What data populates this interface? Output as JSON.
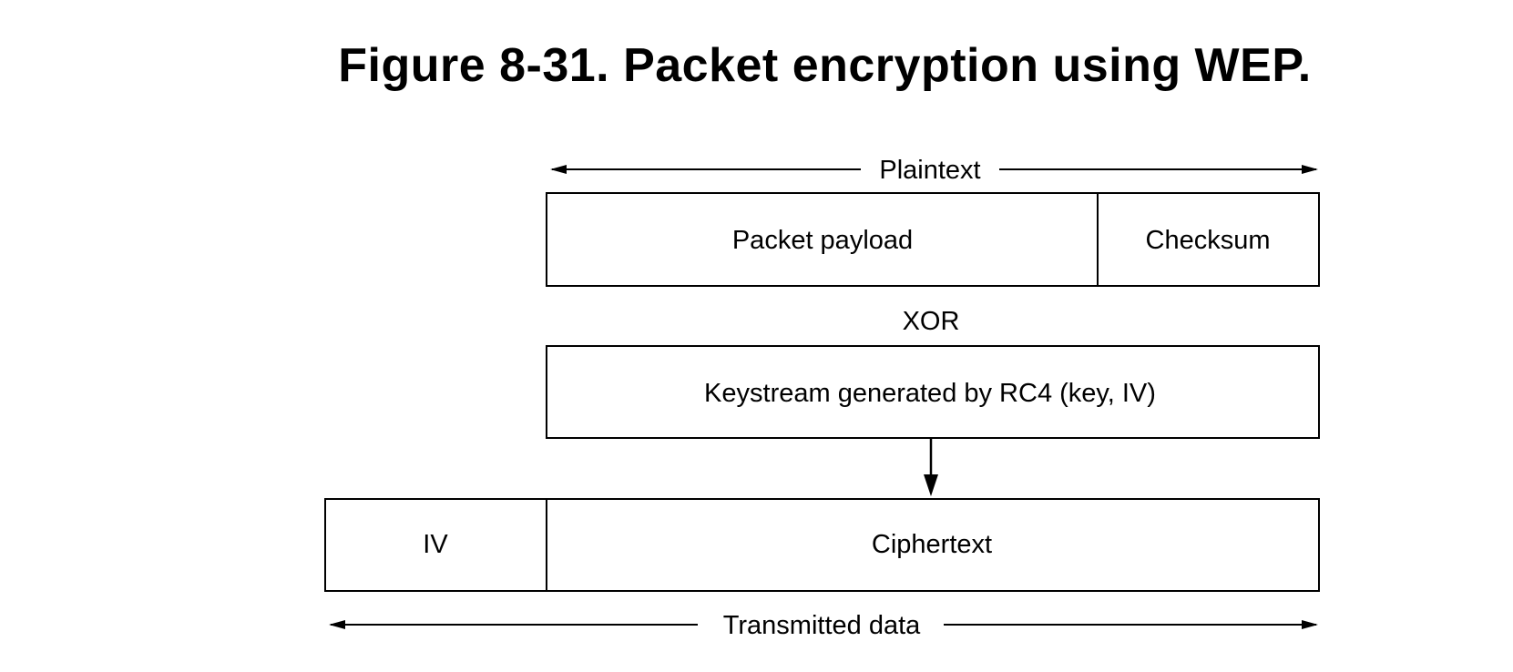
{
  "figure": {
    "title": "Figure 8-31. Packet encryption using WEP."
  },
  "diagram": {
    "plaintext_label": "Plaintext",
    "packet_payload_label": "Packet payload",
    "checksum_label": "Checksum",
    "xor_label": "XOR",
    "keystream_label": "Keystream generated by RC4 (key, IV)",
    "iv_label": "IV",
    "ciphertext_label": "Ciphertext",
    "transmitted_label": "Transmitted data"
  },
  "colors": {
    "stroke": "#000000",
    "background": "#ffffff"
  }
}
